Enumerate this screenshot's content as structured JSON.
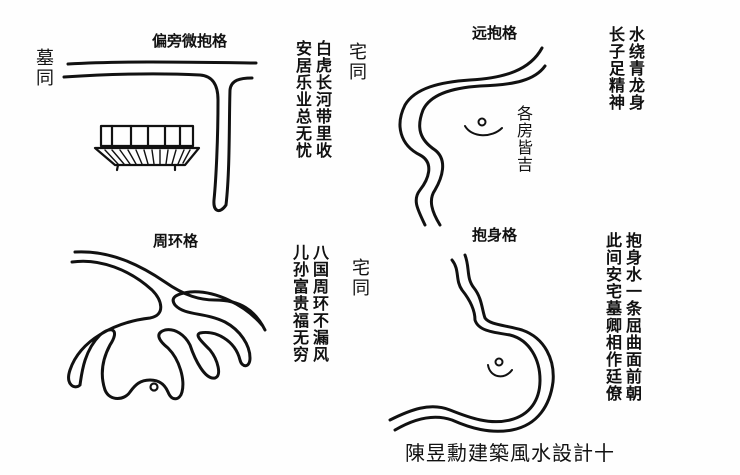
{
  "caption": "陳昱勳建築風水設計十",
  "panels": {
    "top_left": {
      "title": "偏旁微抱格",
      "side_label_left": "墓同",
      "side_label_right": "宅同",
      "verse_right_col": "白虎长河带里收",
      "verse_left_col": "安居乐业总无忧"
    },
    "top_right": {
      "title": "远抱格",
      "inner_note": "各房皆吉",
      "verse_right_col": "水绕青龙身",
      "verse_left_col": "长子足精神"
    },
    "bottom_left": {
      "title": "周环格",
      "side_label_right": "宅同",
      "verse_right_col": "八国周环不漏风",
      "verse_left_col": "儿孙富贵福无穷"
    },
    "bottom_right": {
      "title": "抱身格",
      "verse_right_col": "抱身水一条屈曲面前朝",
      "verse_left_col": "此间安宅墓卿相作廷僚"
    }
  },
  "colors": {
    "ink": "#111111",
    "paper": "#fefefe"
  }
}
